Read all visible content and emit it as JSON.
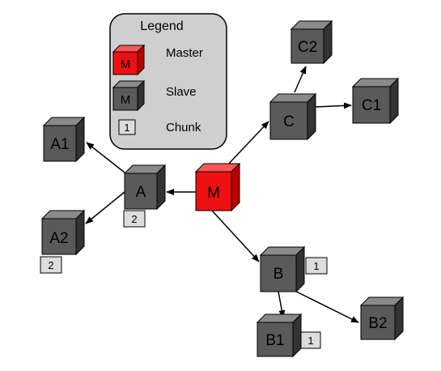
{
  "legend": {
    "title": "Legend",
    "master_label": "Master",
    "slave_label": "Slave",
    "chunk_label": "Chunk",
    "master_letter": "M",
    "slave_letter": "M",
    "chunk_number": "1"
  },
  "colors": {
    "master": "#ee1111",
    "slave": "#5a5a5a",
    "chunk": "#dddddd",
    "legend_bg": "#cfcfcf"
  },
  "nodes": {
    "master": {
      "label": "M"
    },
    "a": {
      "label": "A",
      "chunk": "2"
    },
    "a1": {
      "label": "A1"
    },
    "a2": {
      "label": "A2",
      "chunk": "2"
    },
    "b": {
      "label": "B",
      "chunk": "1"
    },
    "b1": {
      "label": "B1",
      "chunk": "1"
    },
    "b2": {
      "label": "B2"
    },
    "c": {
      "label": "C"
    },
    "c1": {
      "label": "C1"
    },
    "c2": {
      "label": "C2"
    }
  }
}
